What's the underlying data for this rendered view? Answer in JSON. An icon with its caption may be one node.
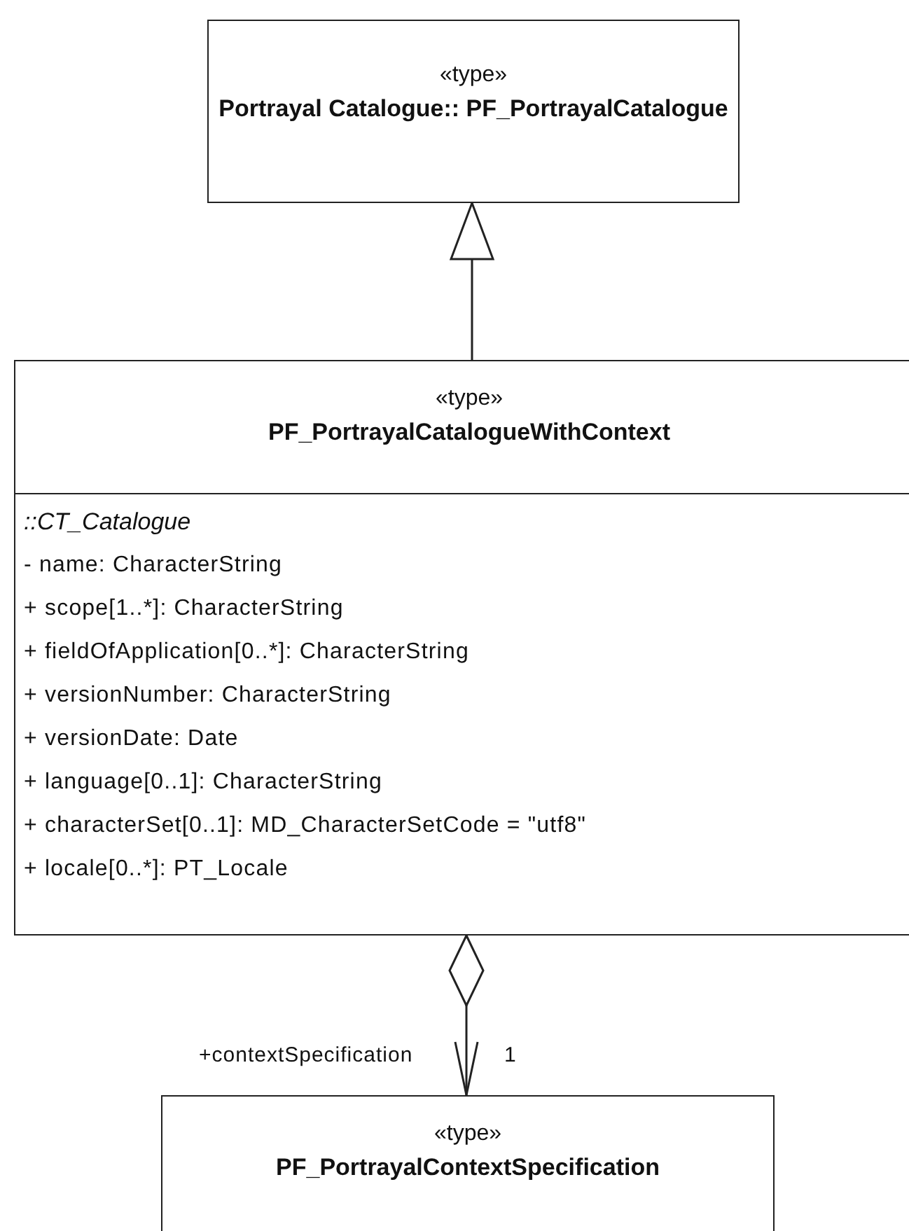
{
  "diagram": {
    "nodes": [
      {
        "text": [
          "«type»",
          "Portrayal Catalogue:: PF_PortrayalCatalogue"
        ]
      },
      {
        "text": [
          "«type»",
          "PF_PortrayalCatalogueWithContext",
          "::CT_Catalogue",
          "- name: CharacterString",
          "+ scope[1..*]: CharacterString",
          "+ fieldOfApplication[0..*]: CharacterString",
          "+ versionNumber: CharacterString",
          "+ versionDate: Date",
          "+ language[0..1]: CharacterString",
          "+ characterSet[0..1]: MD_CharacterSetCode = \"utf8\"",
          "+ locale[0..*]: PT_Locale"
        ]
      },
      {
        "text": [
          "«type»",
          "PF_PortrayalContextSpecification"
        ]
      }
    ],
    "edges": [
      {
        "from": 1,
        "to": 0,
        "arrow": "to"
      },
      {
        "from": 1,
        "to": 2,
        "arrow": "to",
        "label": "+contextSpecification"
      }
    ],
    "labels": [
      "1"
    ]
  }
}
